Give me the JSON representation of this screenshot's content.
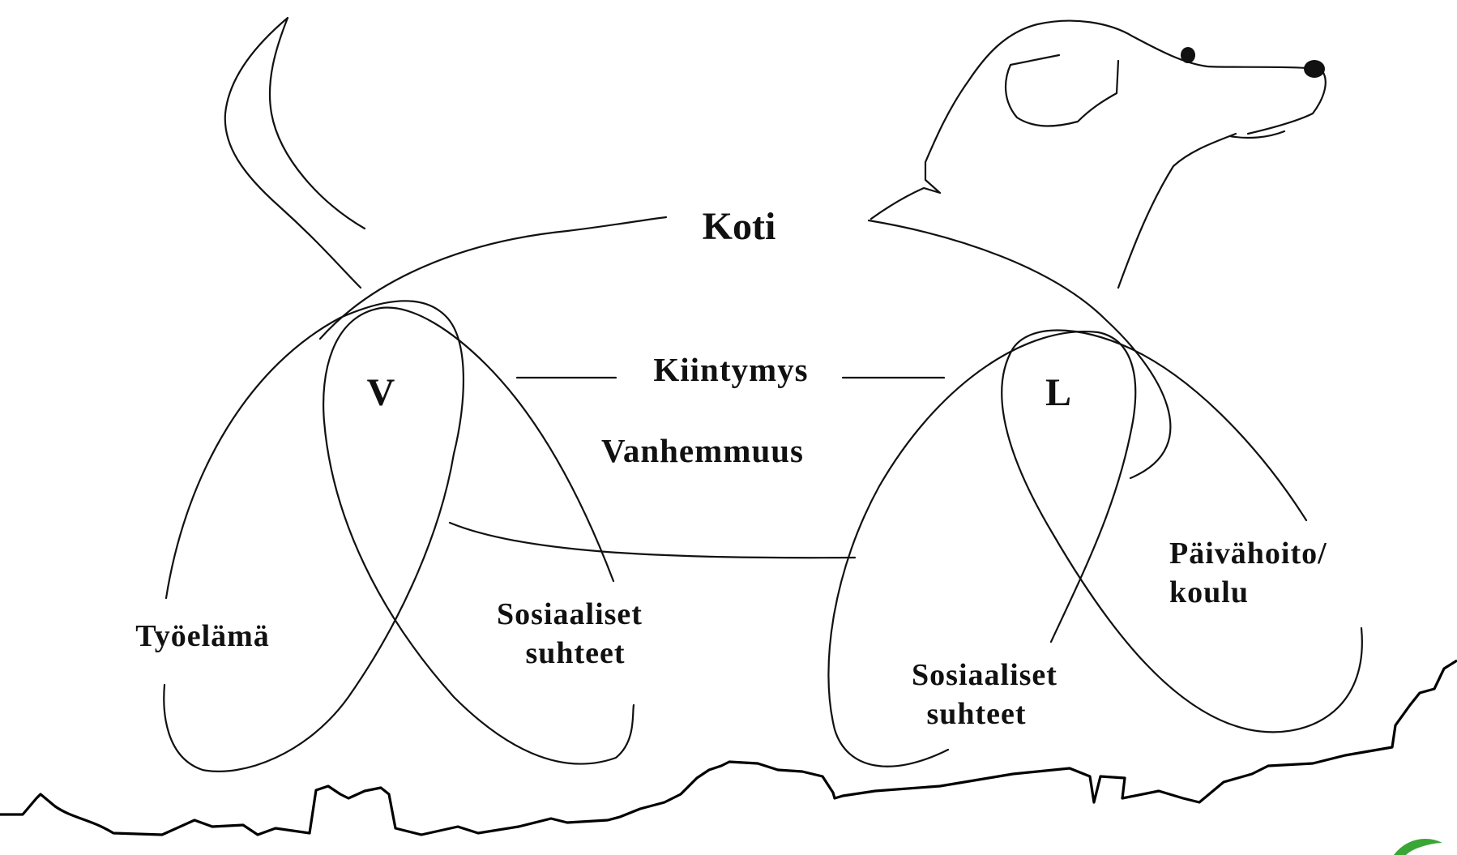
{
  "diagram": {
    "title": "Koti",
    "labels": {
      "attachment": "Kiintymys",
      "parenthood": "Vanhemmuus",
      "parent": "V",
      "child": "L",
      "work": "Työelämä",
      "parent_social_1": "Sosiaaliset",
      "parent_social_2": "suhteet",
      "child_social_1": "Sosiaaliset",
      "child_social_2": "suhteet",
      "daycare_1": "Päivähoito/",
      "daycare_2": "koulu"
    },
    "colors": {
      "line": "#111111",
      "background": "#ffffff",
      "logo": "#3aa635"
    }
  }
}
